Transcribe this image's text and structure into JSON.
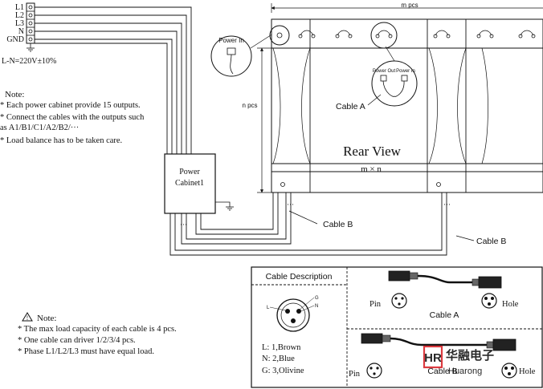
{
  "terminals": [
    "L1",
    "L2",
    "L3",
    "N",
    "GND"
  ],
  "voltage": "L-N=220V±10%",
  "power_note": {
    "title": "Note:",
    "lines": [
      "* Each power cabinet provide 15 outputs.",
      "* Connect the cables with the outputs such",
      "as A1/B1/C1/A2/B2/···",
      "* Load balance has to be taken care."
    ]
  },
  "power_in": "Power In",
  "power_out": "Power Out",
  "cabinet": {
    "line1": "Power",
    "line2": "Cabinet1"
  },
  "dimensions": {
    "width": "m pcs",
    "height": "n pcs"
  },
  "rear_view": {
    "title": "Rear View",
    "subtitle": "m × n"
  },
  "cable_labels": {
    "a": "Cable A",
    "b": "Cable B",
    "b2": "Cable B"
  },
  "load_note": {
    "title": "Note:",
    "lines": [
      "* The max load capacity of each  cable is 4 pcs.",
      "* One cable can driver 1/2/3/4 pcs.",
      "* Phase L1/L2/L3 must have equal load."
    ]
  },
  "cable_description": {
    "title": "Cable Description",
    "pins": [
      "L",
      "N",
      "G"
    ],
    "legend": [
      "L:  1,Brown",
      "N:  2,Blue",
      "G:  3,Olivine"
    ],
    "cable_a": {
      "pin": "Pin",
      "label": "Cable A",
      "hole": "Hole"
    },
    "cable_b": {
      "pin": "Pin",
      "label": "Cable B",
      "hole": "Hole"
    }
  },
  "watermark": {
    "chinese": "华融电子",
    "latin": "Huarong"
  },
  "colors": {
    "line": "#111111",
    "watermark_red": "#d9262c",
    "panel_fill": "#f4f4f4"
  }
}
